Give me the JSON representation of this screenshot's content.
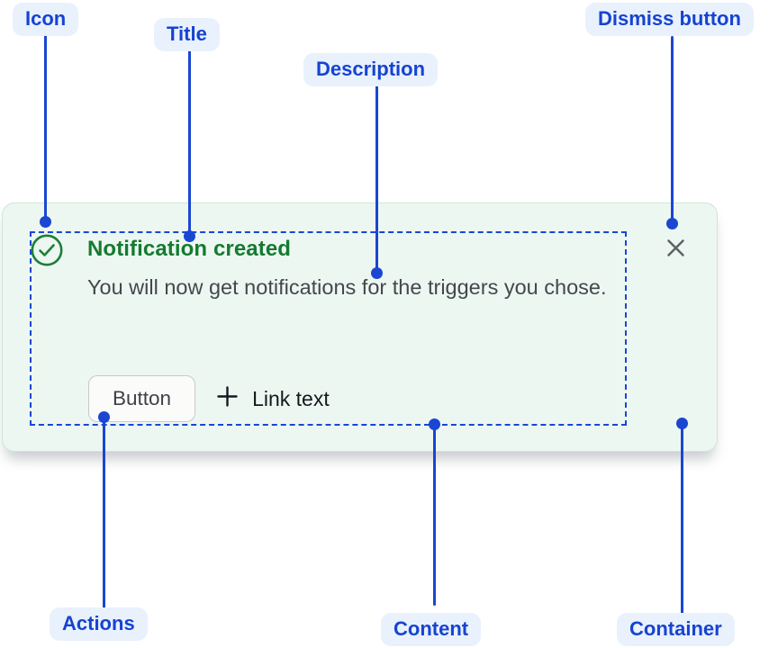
{
  "notification": {
    "title": "Notification created",
    "description": "You will now get notifications for the triggers you chose.",
    "button_label": "Button",
    "link_label": "Link text",
    "icons": {
      "status": "check-circle-icon",
      "link_prefix": "plus-icon",
      "dismiss": "close-icon"
    }
  },
  "callouts": {
    "icon": {
      "label": "Icon"
    },
    "title": {
      "label": "Title"
    },
    "description": {
      "label": "Description"
    },
    "dismiss": {
      "label": "Dismiss button"
    },
    "actions": {
      "label": "Actions"
    },
    "content": {
      "label": "Content"
    },
    "container": {
      "label": "Container"
    }
  },
  "colors": {
    "success_green": "#157A31",
    "card_background": "#EDF7F1",
    "card_border": "#C9E8D4",
    "annotation_blue": "#1A46D2",
    "annotation_label_bg": "#E9F1FD",
    "description_text": "#44474D"
  }
}
